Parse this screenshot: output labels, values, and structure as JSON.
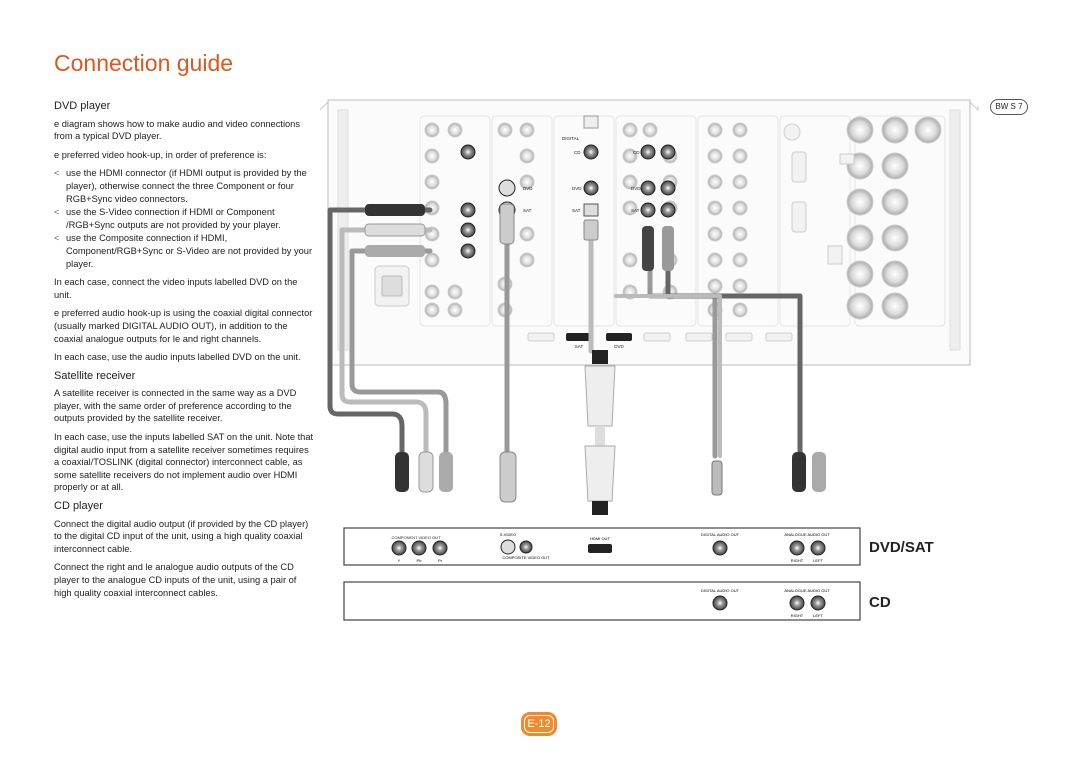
{
  "page": {
    "title": "Connection guide",
    "model_badge": "BW S 7",
    "page_number": "E-12"
  },
  "dvd_section": {
    "heading": "DVD player",
    "p1": "e diagram shows how to make audio and video connections from a typical DVD player.",
    "p2": "e preferred video hook-up, in order of preference is:",
    "bullets": [
      "use the HDMI connector (if HDMI output is provided by the player), otherwise connect the three Component or four RGB+Sync video connectors.",
      "use the S-Video connection if HDMI or Component /RGB+Sync outputs are not provided by your player.",
      "use the Composite connection if HDMI, Component/RGB+Sync or S-Video are not provided by your player."
    ],
    "p3": "In each case, connect the video inputs labelled DVD on the unit.",
    "p4": "e preferred audio hook-up is using the coaxial digital connector (usually marked DIGITAL AUDIO OUT), in addition to the coaxial analogue outputs for le and right channels.",
    "p5": "In each case, use the audio inputs labelled DVD on the unit."
  },
  "sat_section": {
    "heading": "Satellite receiver",
    "p1": "A satellite receiver is connected in the same way as a DVD player, with the same order of preference according to the outputs provided by the satellite receiver.",
    "p2": "In each case, use the inputs labelled SAT on the unit. Note that digital audio input from a satellite receiver sometimes requires a coaxial/TOSLINK (digital connector) interconnect cable, as some satellite receivers do not implement audio over HDMI properly or at all."
  },
  "cd_section": {
    "heading": "CD player",
    "p1": "Connect the digital audio output (if provided by the CD player) to the digital CD input of the unit, using a high quality coaxial interconnect cable.",
    "p2": "Connect the right and le analogue audio outputs of the CD player to the analogue CD inputs of the unit, using a pair of high quality coaxial interconnect cables."
  },
  "rear_panel": {
    "digital_label": "DIGITAL",
    "inputs": [
      "CD",
      "DVD",
      "SAT"
    ],
    "hdmi_labels": [
      "SAT",
      "DVD"
    ]
  },
  "dvd_sat_device": {
    "label": "DVD/SAT",
    "component_label": "COMPONENT VIDEO OUT",
    "component_ports": [
      "Y",
      "Pb",
      "Pr"
    ],
    "svideo_label": "S-VIDEO",
    "composite_label": "COMPOSITE VIDEO OUT",
    "hdmi_label": "HDMI OUT",
    "digital_label": "DIGITAL AUDIO OUT",
    "analogue_label": "ANALOGUE AUDIO OUT",
    "right": "RIGHT",
    "left": "LEFT"
  },
  "cd_device": {
    "label": "CD",
    "digital_label": "DIGITAL AUDIO OUT",
    "analogue_label": "ANALOGUE AUDIO OUT",
    "right": "RIGHT",
    "left": "LEFT"
  }
}
